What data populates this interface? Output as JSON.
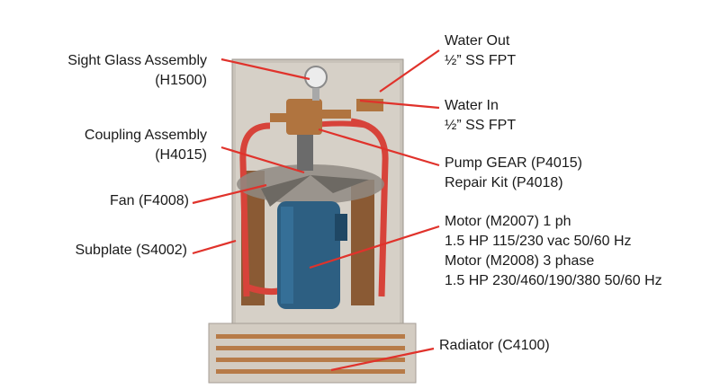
{
  "labels": {
    "sight_glass": [
      "Sight Glass Assembly",
      "(H1500)"
    ],
    "coupling": [
      "Coupling Assembly",
      "(H4015)"
    ],
    "fan": [
      "Fan (F4008)"
    ],
    "subplate": [
      "Subplate (S4002)"
    ],
    "water_out": [
      "Water Out",
      "½” SS FPT"
    ],
    "water_in": [
      "Water In",
      "½” SS FPT"
    ],
    "pump": [
      "Pump GEAR (P4015)",
      "Repair Kit (P4018)"
    ],
    "motor": [
      "Motor (M2007) 1 ph",
      "1.5 HP 115/230 vac 50/60 Hz",
      "Motor (M2008) 3 phase",
      "1.5 HP 230/460/190/380 50/60 Hz"
    ],
    "radiator": [
      "Radiator (C4100)"
    ]
  },
  "colors": {
    "leader": "#e0322b",
    "subplate": "#c8c2b8",
    "hose": "#d7433a",
    "motor": "#2d5f82",
    "copper": "#b0743f",
    "radiator": "#cfc8be"
  }
}
